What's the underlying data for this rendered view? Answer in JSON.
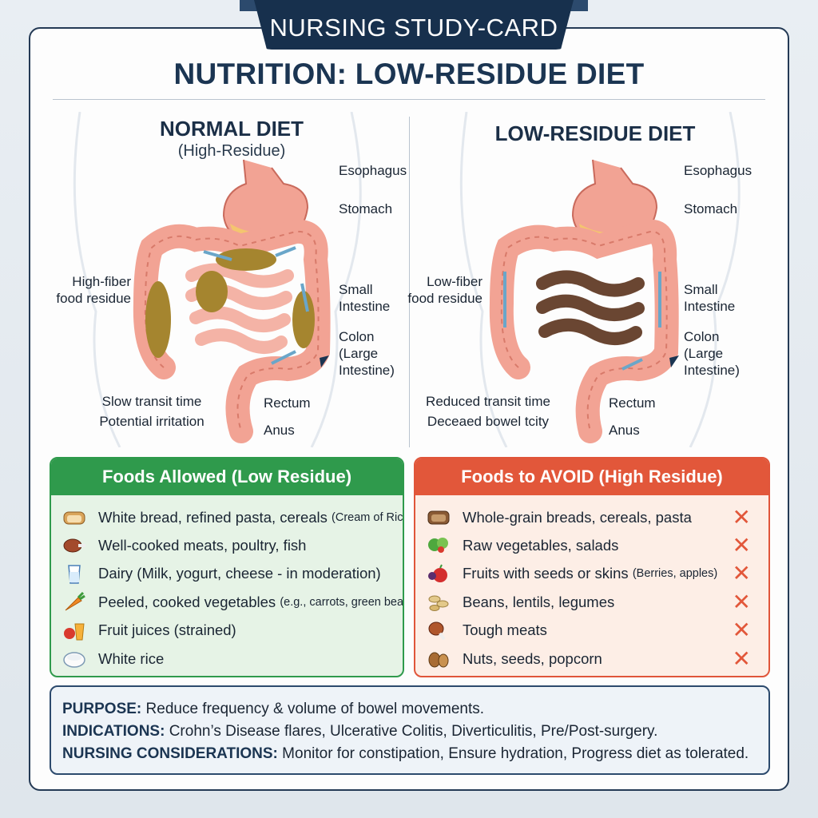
{
  "header": {
    "tab": "NURSING STUDY-CARD",
    "title": "NUTRITION: LOW-RESIDUE DIET"
  },
  "normal": {
    "title": "NORMAL DIET",
    "subtitle": "(High-Residue)",
    "labels": {
      "esophagus": "Esophagus",
      "stomach": "Stomach",
      "small_intestine": [
        "Small",
        "Intestine"
      ],
      "colon": [
        "Colon",
        "(Large",
        "Intestine)"
      ],
      "rectum": "Rectum",
      "anus": "Anus",
      "residue": [
        "High-fiber",
        "food residue"
      ]
    },
    "notes": [
      "Slow transit time",
      "Potential irritation"
    ]
  },
  "low": {
    "title": "LOW-RESIDUE DIET",
    "labels": {
      "esophagus": "Esophagus",
      "stomach": "Stomach",
      "small_intestine": [
        "Small",
        "Intestine"
      ],
      "colon": [
        "Colon",
        "(Large",
        "Intestine)"
      ],
      "rectum": "Rectum",
      "anus": "Anus",
      "residue": [
        "Low-fiber",
        "food residue"
      ]
    },
    "notes": [
      "Reduced transit time",
      "Deceaed bowel tcity"
    ]
  },
  "allowed": {
    "heading": "Foods Allowed (Low Residue)",
    "items": [
      {
        "text": "White bread, refined pasta, cereals",
        "small": "(Cream of Rice)",
        "icon": "bread-icon"
      },
      {
        "text": "Well-cooked meats, poultry, fish",
        "small": "",
        "icon": "meat-icon"
      },
      {
        "text": "Dairy (Milk, yogurt, cheese - in moderation)",
        "small": "",
        "icon": "milk-icon"
      },
      {
        "text": "Peeled, cooked vegetables",
        "small": "(e.g., carrots, green beans)",
        "icon": "carrot-icon"
      },
      {
        "text": "Fruit juices (strained)",
        "small": "",
        "icon": "juice-icon"
      },
      {
        "text": "White rice",
        "small": "",
        "icon": "rice-icon"
      }
    ]
  },
  "avoid": {
    "heading": "Foods to AVOID (High Residue)",
    "items": [
      {
        "text": "Whole-grain breads, cereals, pasta",
        "small": "",
        "icon": "wholegrain-icon"
      },
      {
        "text": "Raw vegetables, salads",
        "small": "",
        "icon": "salad-icon"
      },
      {
        "text": "Fruits with seeds or skins",
        "small": "(Berries, apples)",
        "icon": "berries-icon"
      },
      {
        "text": "Beans, lentils, legumes",
        "small": "",
        "icon": "beans-icon"
      },
      {
        "text": "Tough meats",
        "small": "",
        "icon": "drumstick-icon"
      },
      {
        "text": "Nuts, seeds, popcorn",
        "small": "",
        "icon": "nuts-icon"
      }
    ],
    "mark": "✕"
  },
  "summary": {
    "purpose_label": "PURPOSE:",
    "purpose": " Reduce frequency & volume of bowel movements.",
    "indications_label": "INDICATIONS:",
    "indications": " Crohn’s Disease flares, Ulcerative Colitis, Diverticulitis, Pre/Post-surgery.",
    "nursing_label": "NURSING CONSIDERATIONS:",
    "nursing": " Monitor for constipation, Ensure hydration, Progress diet as tolerated."
  },
  "colors": {
    "navy": "#17304d",
    "green": "#2f9a4c",
    "red": "#e2573a",
    "tissue": "#f2a394",
    "stool_normal": "#a5852f",
    "stool_low": "#6a4632"
  }
}
